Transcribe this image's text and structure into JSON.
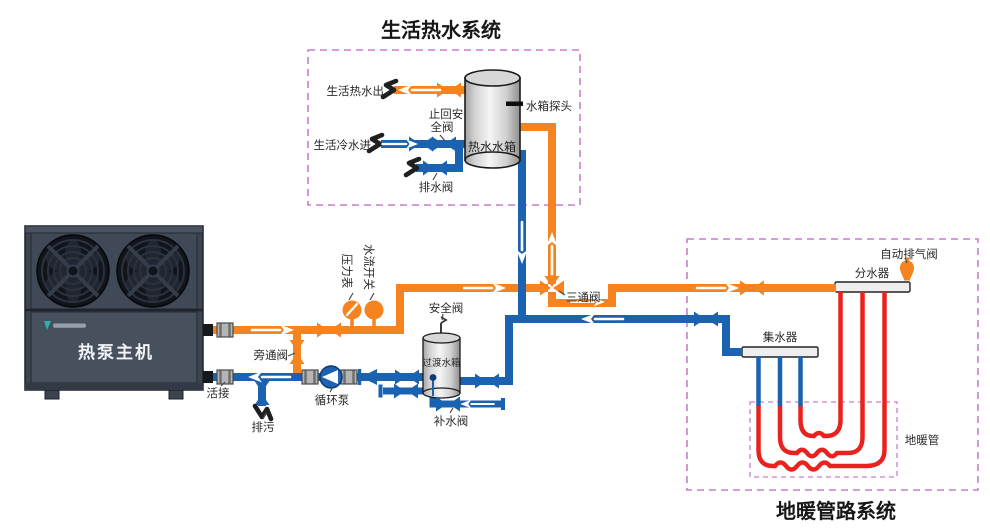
{
  "colors": {
    "hot_pipe": "#F5831F",
    "cold_pipe": "#1B62B1",
    "floor_loop": "#E8231F",
    "dashed_border": "#C87FC8",
    "tank_fill": "#d9d9d9",
    "heat_pump_body": "#3c4450"
  },
  "titles": {
    "dhw": "生活热水系统",
    "floor": "地暖管路系统"
  },
  "dhw": {
    "hot_out": "生活热水出",
    "check_safety_1": "止回安",
    "check_safety_2": "全阀",
    "cold_in": "生活冷水进",
    "drain_valve": "排水阀",
    "tank": "热水水箱",
    "probe": "水箱探头"
  },
  "heat_pump": {
    "name": "热泵主机",
    "union": "活接"
  },
  "pump_room": {
    "pressure_gauge": "压力表",
    "flow_switch": "水流开关",
    "bypass_valve": "旁通阀",
    "blowdown": "排污",
    "circ_pump": "循环泵",
    "safety_valve": "安全阀",
    "buffer_tank": "过渡水箱",
    "makeup_valve": "补水阀",
    "three_way_valve": "三通阀"
  },
  "floor": {
    "auto_vent": "自动排气阀",
    "supply_manifold": "分水器",
    "return_manifold": "集水器",
    "pipe": "地暖管"
  }
}
